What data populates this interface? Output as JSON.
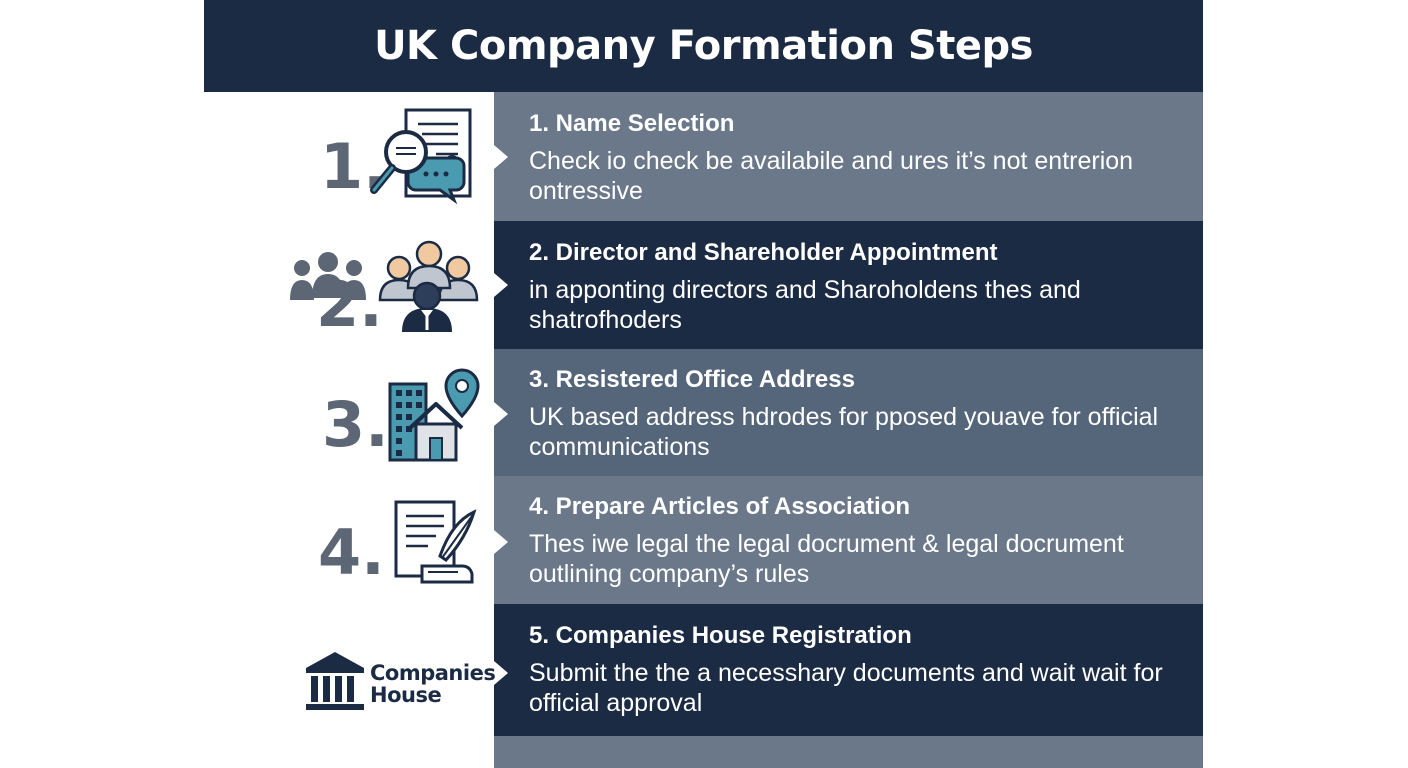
{
  "header": {
    "title": "UK Company Formation Steps"
  },
  "steps": [
    {
      "number": "1.",
      "title": "1. Name Selection",
      "description": "Check io check be availabile and ures it’s not entrerion ontressive",
      "icon": "magnifier-document-icon"
    },
    {
      "number": "2.",
      "title": "2. Director and Shareholder Appointment",
      "description": "in apponting directors  and Sharoholdens thes and shatrofhoders",
      "icon": "people-group-icon"
    },
    {
      "number": "3.",
      "title": "3. Resistered Office Address",
      "description": "UK based  address hdrodes for pposed youave  for official communications",
      "icon": "building-location-icon"
    },
    {
      "number": "4.",
      "title": "4. Prepare Articles of Association",
      "description": "Thes iwe legal the legal docrument  & legal docrument outlining company’s rules",
      "icon": "document-quill-icon"
    },
    {
      "number": "",
      "title": "5. Companies House Registration",
      "description": "Submit the the a necesshary documents and wait wait for official approval",
      "icon": "government-building-icon"
    }
  ],
  "companies_house_logo": {
    "line1": "Companies",
    "line2": "House"
  },
  "colors": {
    "navy": "#1c2b44",
    "slate": "#6a7889",
    "number_gray": "#5d6674",
    "teal": "#4a9bb0",
    "skin": "#f0c9a0"
  }
}
